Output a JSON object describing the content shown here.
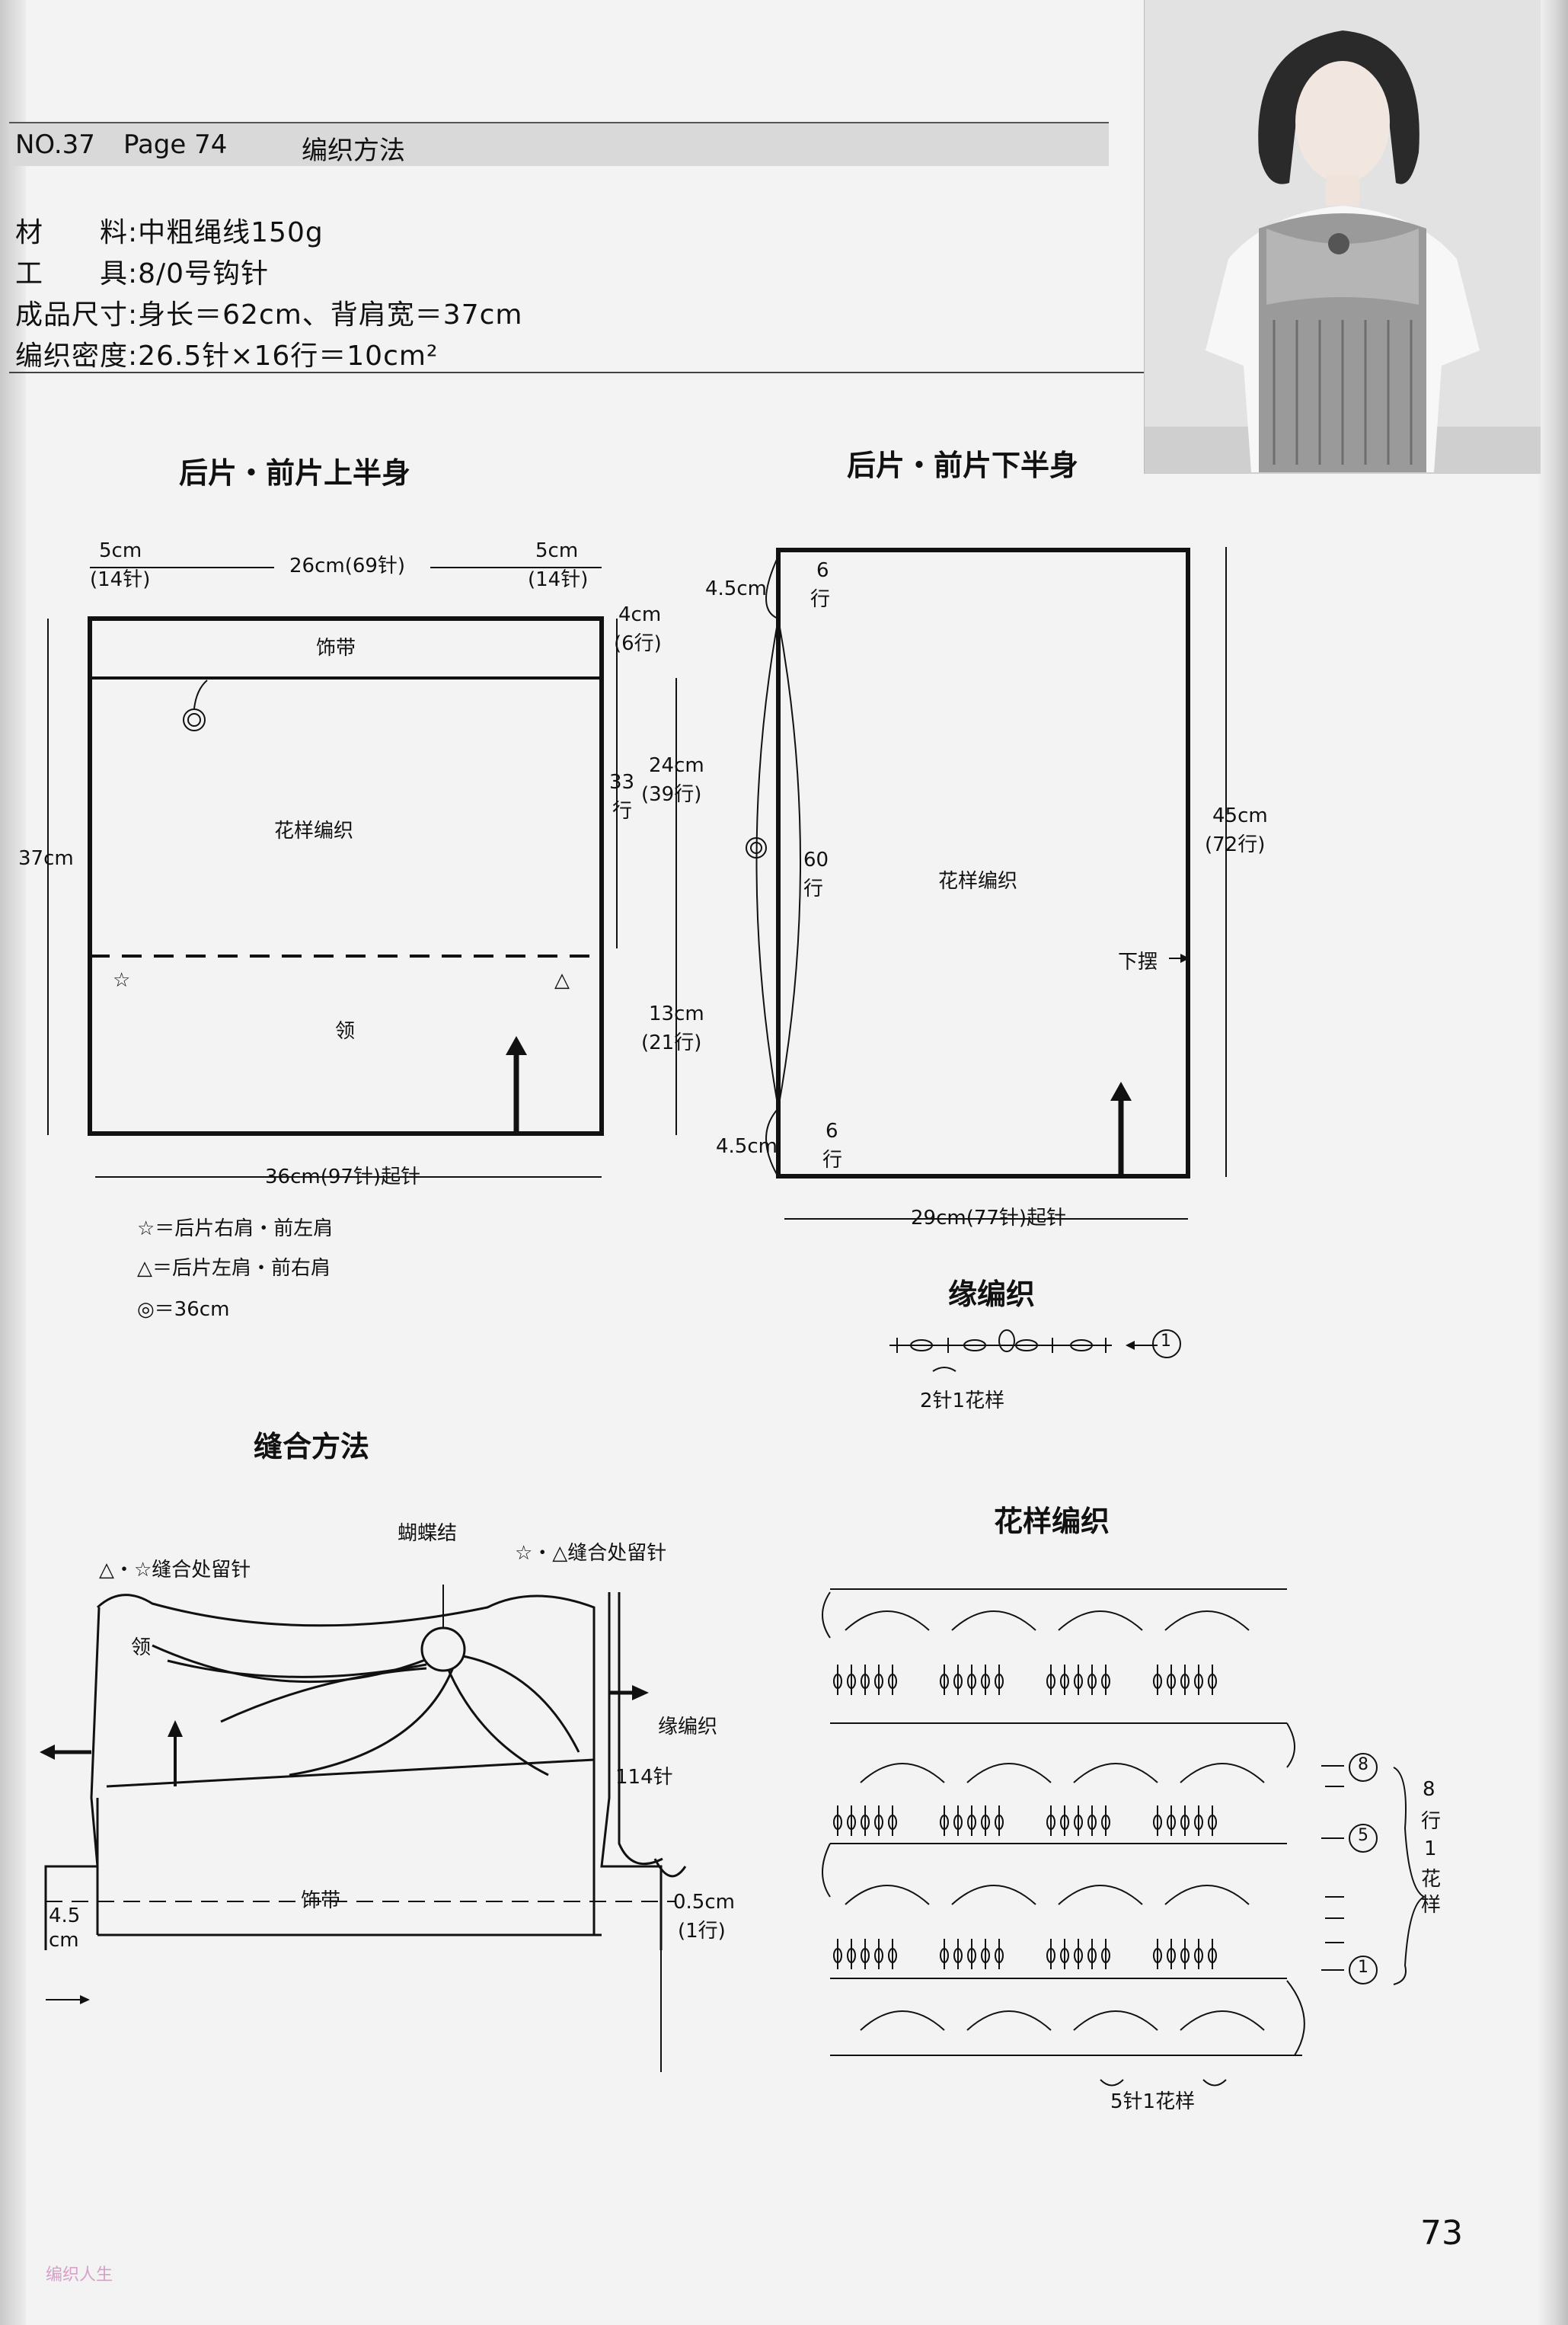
{
  "header": {
    "no": "NO.37",
    "page": "Page 74",
    "title": "编织方法"
  },
  "materials": [
    {
      "key": "材　　料:",
      "value": "中粗绳线150g"
    },
    {
      "key": "工　　具:",
      "value": "8/0号钩针"
    },
    {
      "key": "成品尺寸:",
      "value": "身长＝62cm、背肩宽＝37cm"
    },
    {
      "key": "编织密度:",
      "value": "26.5针×16行＝10cm²"
    }
  ],
  "upper": {
    "title": "后片・前片上半身",
    "left_w": "5cm",
    "left_st": "(14针)",
    "mid_w": "26cm(69针)",
    "right_w": "5cm",
    "right_st": "(14针)",
    "band_h": "4cm",
    "band_rows": "(6行)",
    "band": "饰带",
    "height": "37cm",
    "rows33": "33",
    "rows33b": "行",
    "h24": "24cm",
    "h24_rows": "(39行)",
    "pattern": "花样编织",
    "neck": "领",
    "h13": "13cm",
    "h13_rows": "(21行)",
    "bottom": "36cm(97针)起针",
    "legend": [
      "☆＝后片右肩・前左肩",
      "△＝后片左肩・前右肩",
      "◎＝36cm"
    ]
  },
  "lower": {
    "title": "后片・前片下半身",
    "top_h": "4.5cm",
    "top_rows_n": "6",
    "top_rows_u": "行",
    "mid_rows_n": "60",
    "mid_rows_u": "行",
    "bot_h": "4.5cm",
    "bot_rows_n": "6",
    "bot_rows_u": "行",
    "height": "45cm",
    "height_rows": "(72行)",
    "pattern": "花样编织",
    "hem": "下摆",
    "bottom": "29cm(77针)起针"
  },
  "edging": {
    "title": "缘编织",
    "repeat": "2针1花样",
    "row": "1"
  },
  "sewing": {
    "title": "缝合方法",
    "left_note": "△・☆缝合处留针",
    "bow": "蝴蝶结",
    "right_note": "☆・△缝合处留针",
    "neck": "领",
    "edging": "缘编织",
    "stitches": "114针",
    "band": "饰带",
    "left_h": "4.5",
    "left_u": "cm",
    "right_h": "0.5cm",
    "right_rows": "(1行)"
  },
  "pattern_chart": {
    "title": "花样编织",
    "rows": [
      "8",
      "5",
      "1"
    ],
    "repeat_v": [
      "8",
      "行",
      "1",
      "花",
      "样"
    ],
    "repeat_h": "5针1花样"
  },
  "page_number": "73",
  "watermark": "编织人生"
}
